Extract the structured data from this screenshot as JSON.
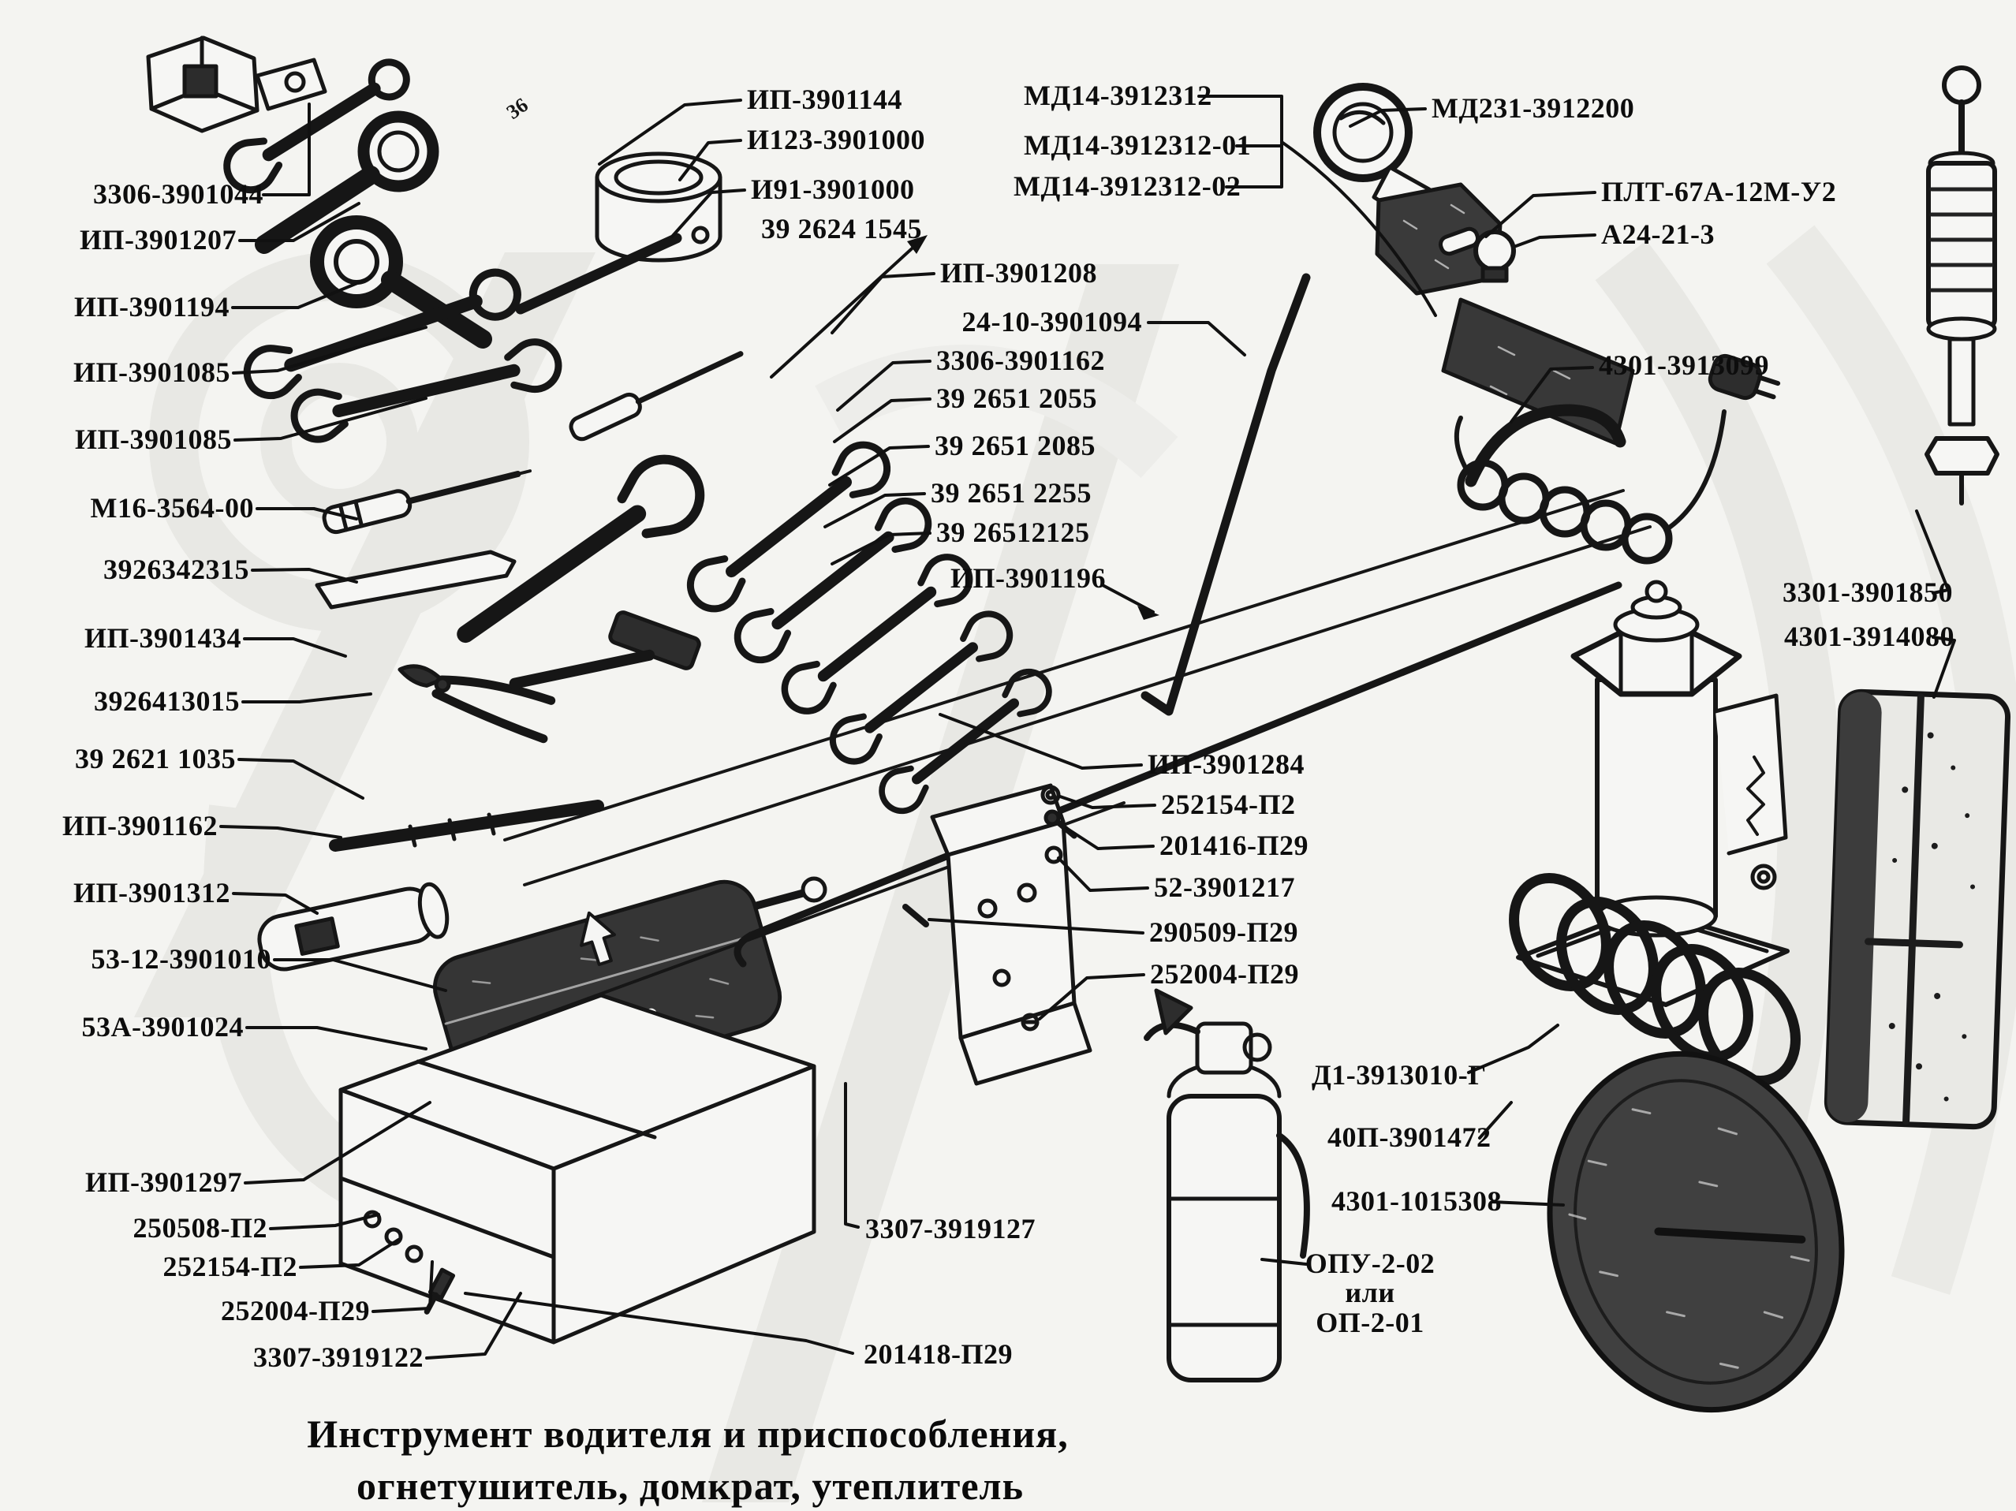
{
  "caption": {
    "line1": "Инструмент водителя и приспособления,",
    "line2": "огнетушитель, домкрат, утеплитель"
  },
  "markings": {
    "ring_wrench_size": "36"
  },
  "parts": [
    "3306-3901044",
    "ИП-3901207",
    "ИП-3901194",
    "ИП-3901085",
    "ИП-3901085",
    "М16-3564-00",
    "3926342315",
    "ИП-3901434",
    "3926413015",
    "39 2621 1035",
    "ИП-3901162",
    "ИП-3901312",
    "53-12-3901010",
    "53А-3901024",
    "ИП-3901297",
    "250508-П2",
    "252154-П2",
    "252004-П29",
    "3307-3919122",
    "ИП-3901144",
    "И123-3901000",
    "И91-3901000",
    "39 2624 1545",
    "ИП-3901208",
    "3306-3901162",
    "39 2651 2055",
    "39 2651 2085",
    "39 2651 2255",
    "39 26512125",
    "ИП-3901196",
    "МД14-3912312",
    "МД14-3912312-01",
    "МД14-3912312-02",
    "МД231-3912200",
    "ПЛТ-67А-12М-У2",
    "А24-21-3",
    "24-10-3901094",
    "4301-3913099",
    "3301-3901850",
    "4301-3914080",
    "ИП-3901284",
    "252154-П2",
    "201416-П29",
    "52-3901217",
    "290509-П29",
    "252004-П29",
    "Д1-3913010-Г",
    "40П-3901472",
    "4301-1015308",
    "ОПУ-2-02",
    "или",
    "ОП-2-01",
    "3307-3919127",
    "201418-П29"
  ]
}
